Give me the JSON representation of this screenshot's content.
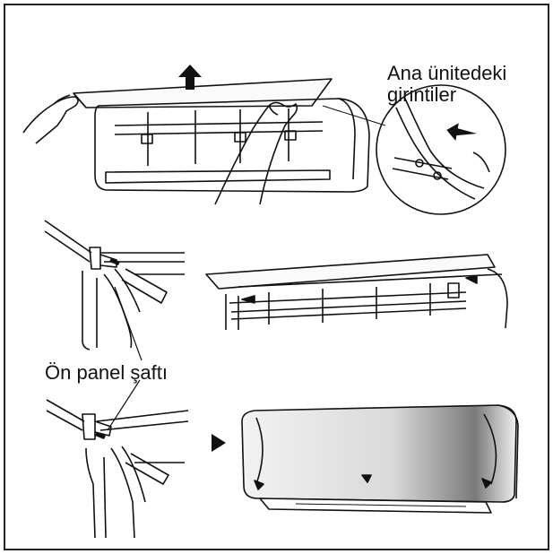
{
  "labels": {
    "recesses_line1": "Ana ünitedeki",
    "recesses_line2": "girintiler",
    "panel_shaft": "Ön panel şaftı"
  },
  "colors": {
    "ink": "#111111",
    "paper": "#ffffff",
    "gray": "#9a9a9a"
  },
  "icons": {
    "up_arrow": "arrow-up-icon",
    "next_step": "play-triangle-icon",
    "pointer_arrow": "arrow-left-icon"
  }
}
